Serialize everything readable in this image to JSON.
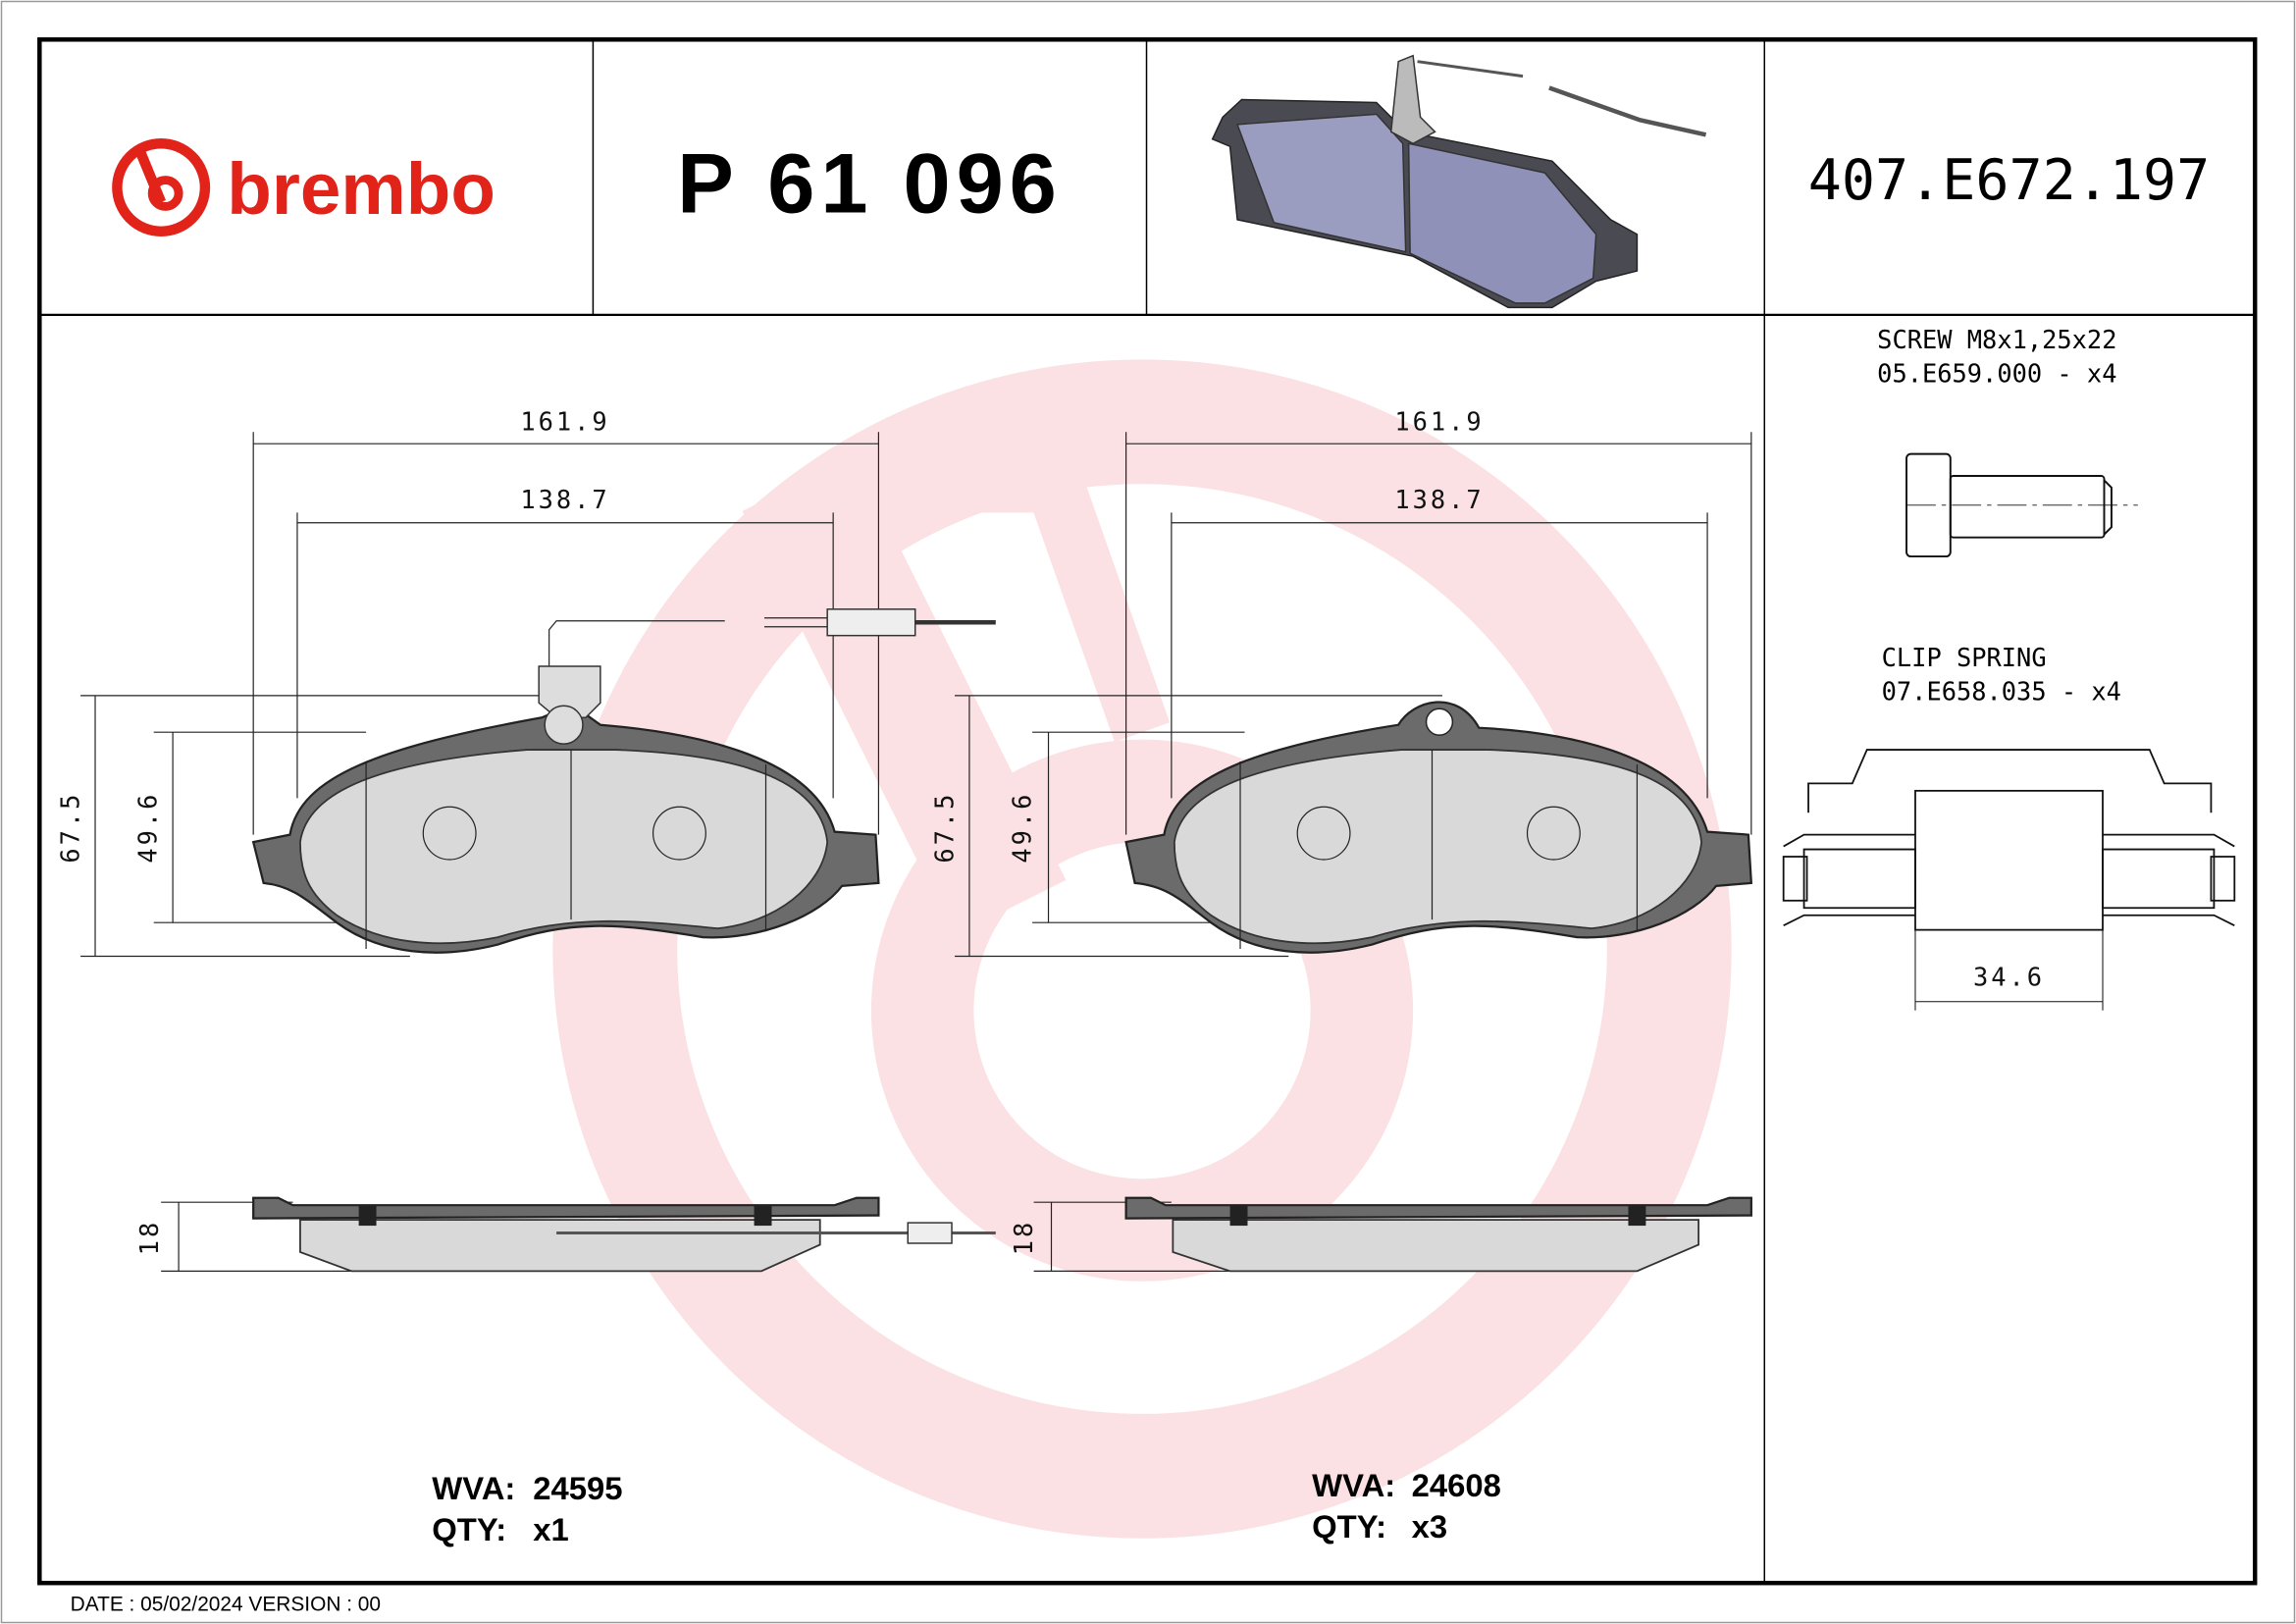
{
  "header": {
    "brand": "brembo",
    "part_number": "P 61 096",
    "reference": "407.E672.197"
  },
  "colors": {
    "brand_red": "#e2231a",
    "watermark_pink": "#fbe1e3",
    "pad_fill": "#d9d9d9",
    "backing_plate": "#6b6b6b",
    "render_pad": "#9a9cc0"
  },
  "pad_left": {
    "width_outer": "161.9",
    "width_inner": "138.7",
    "height_outer": "67.5",
    "height_inner": "49.6",
    "thickness": "18",
    "wva_label": "WVA:",
    "wva": "24595",
    "qty_label": "QTY:",
    "qty": "x1",
    "wear_sensor": true
  },
  "pad_right": {
    "width_outer": "161.9",
    "width_inner": "138.7",
    "height_outer": "67.5",
    "height_inner": "49.6",
    "thickness": "18",
    "wva_label": "WVA:",
    "wva": "24608",
    "qty_label": "QTY:",
    "qty": "x3"
  },
  "accessories": {
    "screw": {
      "line1": "SCREW M8x1,25x22",
      "line2": "05.E659.000 - x4"
    },
    "clip": {
      "line1": "CLIP SPRING",
      "line2": "07.E658.035 - x4",
      "dimension": "34.6"
    }
  },
  "footer": {
    "text": "DATE : 05/02/2024 VERSION : 00"
  }
}
